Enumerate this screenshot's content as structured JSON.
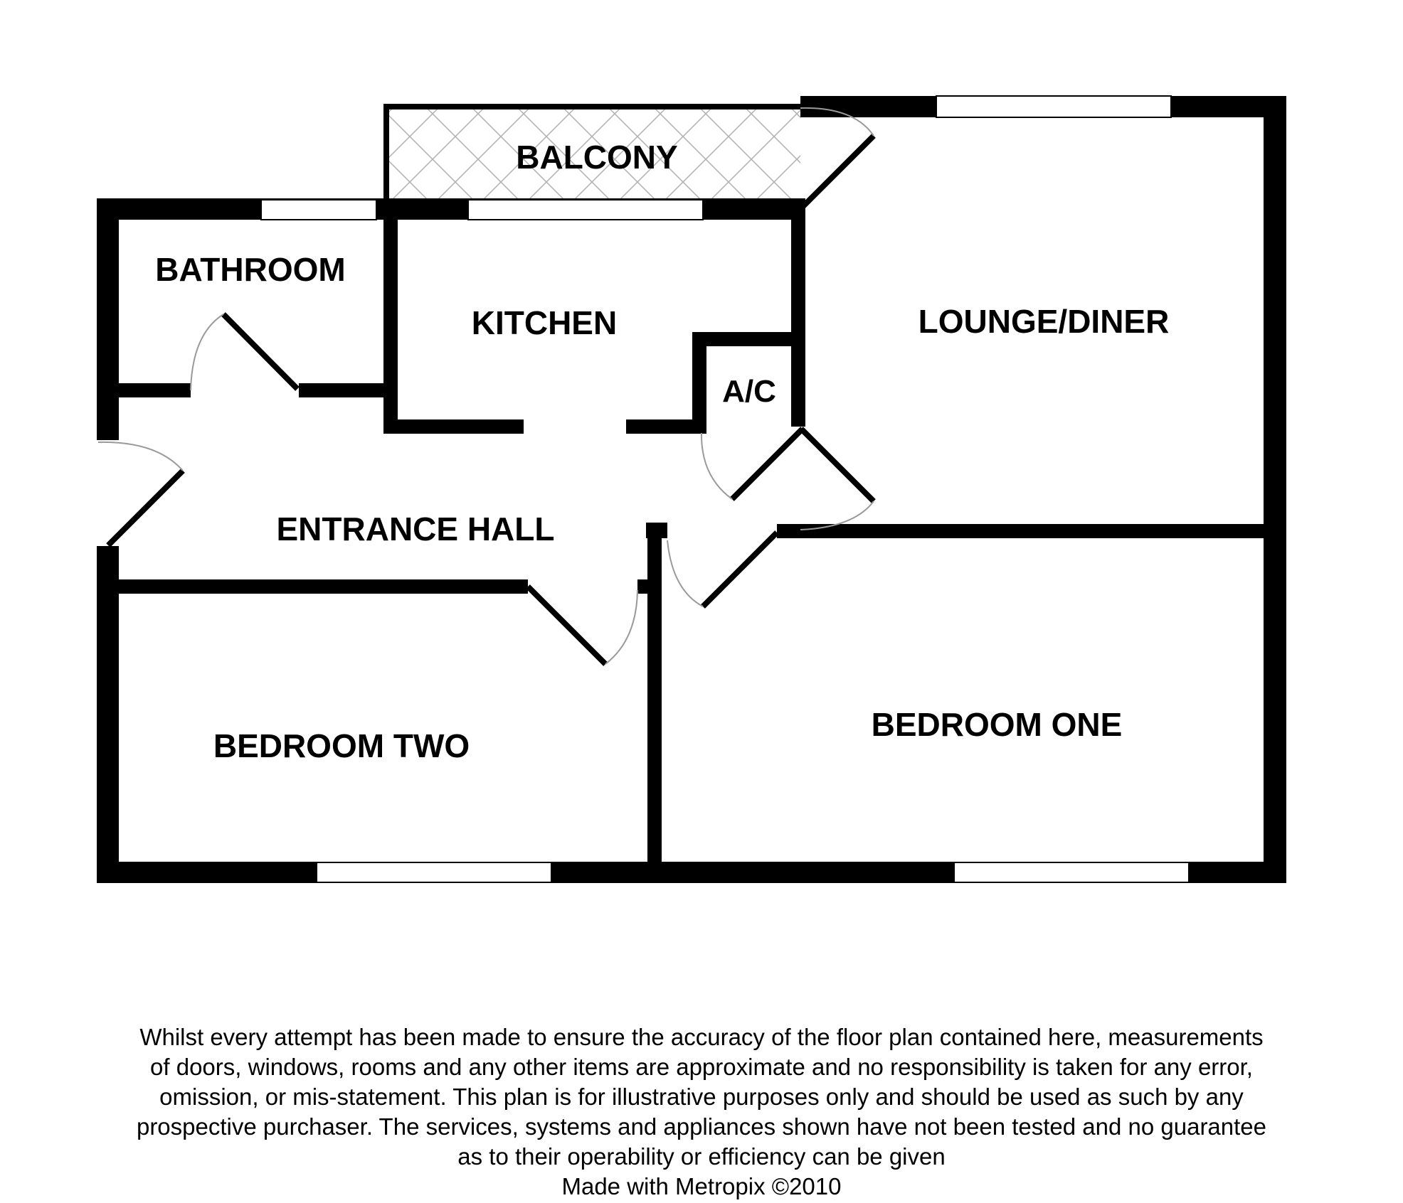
{
  "rooms": {
    "balcony": "BALCONY",
    "bathroom": "BATHROOM",
    "kitchen": "KITCHEN",
    "airing_cupboard": "A/C",
    "lounge_diner": "LOUNGE/DINER",
    "entrance_hall": "ENTRANCE HALL",
    "bedroom_two": "BEDROOM TWO",
    "bedroom_one": "BEDROOM ONE"
  },
  "disclaimer": {
    "lines": [
      "Whilst every attempt has been made to ensure the accuracy of the floor plan contained here, measurements",
      "of doors, windows, rooms and any other items are approximate and no responsibility is taken for any error,",
      "omission, or mis-statement. This plan is for illustrative purposes only and should be used as such by any",
      "prospective purchaser. The services, systems and appliances shown have not been tested and no guarantee",
      "as to their operability or efficiency can be given"
    ],
    "credit": "Made with Metropix ©2010"
  },
  "colors": {
    "wall": "#000000",
    "window_fill": "#ffffff",
    "balcony_hatch": "#b0b0b0",
    "door_swing": "#9a9a9a",
    "background": "#ffffff"
  }
}
